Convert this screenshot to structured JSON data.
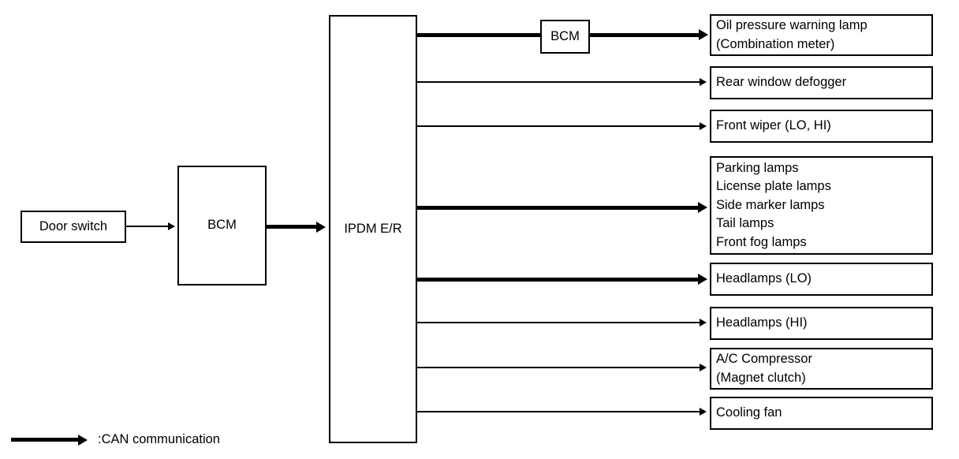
{
  "diagram": {
    "title": "IPDM E/R system block diagram",
    "colors": {
      "line": "#000000",
      "background": "#ffffff",
      "text": "#000000"
    },
    "nodes": {
      "door_switch": {
        "label": "Door switch"
      },
      "bcm_left": {
        "label": "BCM"
      },
      "ipdm": {
        "label": "IPDM E/R"
      },
      "bcm_top": {
        "label": "BCM"
      }
    },
    "outputs": [
      {
        "label": "Oil pressure warning lamp\n(Combination meter)",
        "line": "can"
      },
      {
        "label": "Rear window defogger",
        "line": "signal"
      },
      {
        "label": "Front wiper (LO, HI)",
        "line": "signal"
      },
      {
        "label": "Parking lamps\nLicense plate lamps\nSide marker lamps\nTail lamps\nFront fog lamps",
        "line": "can"
      },
      {
        "label": "Headlamps (LO)",
        "line": "can"
      },
      {
        "label": "Headlamps (HI)",
        "line": "signal"
      },
      {
        "label": "A/C Compressor\n(Magnet clutch)",
        "line": "signal"
      },
      {
        "label": "Cooling fan",
        "line": "signal"
      }
    ],
    "legend": {
      "symbol": "thick-arrow",
      "text": ":CAN communication"
    }
  }
}
